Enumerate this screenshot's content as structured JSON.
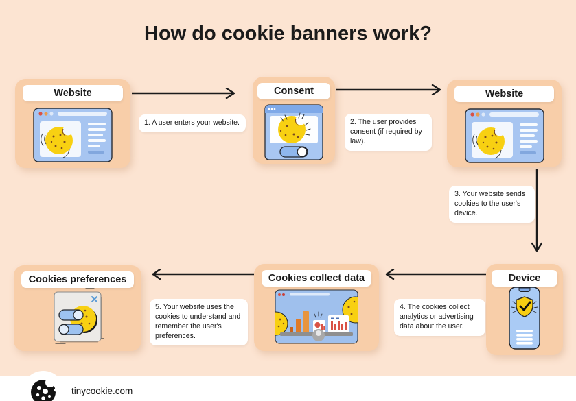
{
  "title": "How do cookie banners work?",
  "nodes": {
    "website1": {
      "label": "Website"
    },
    "consent": {
      "label": "Consent"
    },
    "website2": {
      "label": "Website"
    },
    "preferences": {
      "label": "Cookies preferences"
    },
    "collect": {
      "label": "Cookies collect data"
    },
    "device": {
      "label": "Device"
    }
  },
  "steps": {
    "s1": {
      "text": "1. A user enters your website."
    },
    "s2": {
      "text": "2. The user provides consent (if required by law)."
    },
    "s3": {
      "text": "3. Your website sends cookies to the user's device."
    },
    "s4": {
      "text": "4. The cookies collect analytics or advertising data about the user."
    },
    "s5": {
      "text": "5. Your website uses the cookies to understand and remember the user's preferences."
    }
  },
  "footer": {
    "brand": "tinycookie.com"
  },
  "icons": [
    "browser-cookie-icon",
    "consent-dialog-icon",
    "cookie-preferences-dialog-icon",
    "analytics-browser-icon",
    "phone-shield-icon",
    "cookie-logo-icon",
    "arrow-icon"
  ],
  "colors": {
    "background": "#FCE4D2",
    "card_peach": "#F8CEA9",
    "text_black": "#1B1B1B",
    "window_blue": "#A7C5F1",
    "cookie_yellow": "#F8D012",
    "toggle_blue": "#8FB7ED",
    "white": "#FFFFFF"
  }
}
